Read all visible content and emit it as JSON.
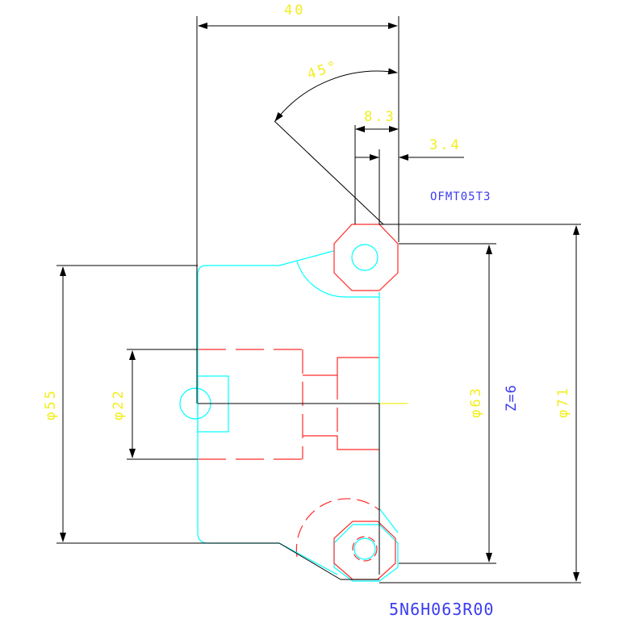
{
  "drawing": {
    "part_code": "5N6H063R00",
    "insert_code": "OFMT05T3",
    "teeth": "Z=6"
  },
  "dimensions": {
    "width_40": "40",
    "angle_45": "45°",
    "dim_8_3": "8.3",
    "dim_3_4": "3.4",
    "dia_55": "φ55",
    "dia_22": "φ22",
    "dia_63": "φ63",
    "dia_71": "φ71"
  },
  "colors": {
    "outline": "#00ffff",
    "hidden": "#ff2a2a",
    "dimension_text": "#f2ee1e",
    "note_text": "#3c3cf0",
    "dimension_line": "#000000"
  }
}
